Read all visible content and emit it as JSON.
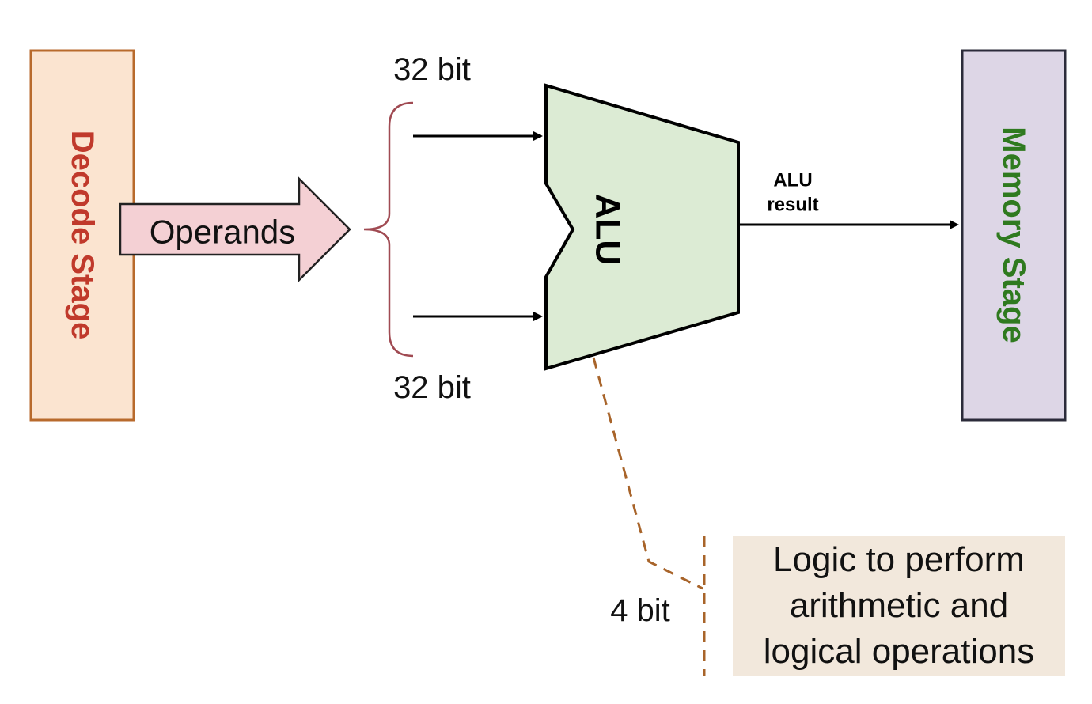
{
  "decode_stage": {
    "label": "Decode Stage"
  },
  "operands": {
    "label": "Operands"
  },
  "operand_top": {
    "label": "32 bit"
  },
  "operand_bottom": {
    "label": "32 bit"
  },
  "alu": {
    "label": "ALU"
  },
  "alu_result": {
    "line1": "ALU",
    "line2": "result"
  },
  "memory_stage": {
    "label": "Memory Stage"
  },
  "control": {
    "label": "4 bit"
  },
  "logic_note": {
    "lines": [
      "Logic to perform",
      "arithmetic and",
      "logical operations"
    ]
  },
  "colors": {
    "decode_fill": "#fbe4d0",
    "decode_border": "#b86a2c",
    "decode_text": "#c0392b",
    "operands_fill": "#f4d0d4",
    "brace": "#a04a52",
    "alu_fill": "#dcebd4",
    "memory_fill": "#ddd6e6",
    "memory_border": "#2b2b3a",
    "memory_text": "#2f7a1f",
    "dashed": "#a8642a",
    "note_fill": "#f2e8dc"
  }
}
